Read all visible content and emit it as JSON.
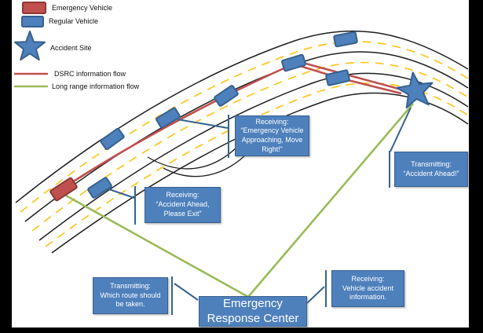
{
  "legend": {
    "emergency_vehicle": "Emergency Vehicle",
    "regular_vehicle": "Regular Vehicle",
    "accident_site": "Accident Site",
    "dsrc_flow": "DSRC information flow",
    "long_range_flow": "Long range information flow"
  },
  "callouts": {
    "receiving_move_right": "Receiving:\n“Emergency Vehicle\nApproaching, Move\nRight!”",
    "receiving_please_exit": "Receiving:\n“Accident Ahead,\nPlease Exit”",
    "transmitting_accident_ahead": "Transmitting:\n“Accident Ahead!”",
    "transmitting_route": "Transmitting:\nWhich route should\nbe taken.",
    "receiving_vehicle_accident": "Receiving:\nVehicle accident\ninformation."
  },
  "erc": {
    "label": "Emergency\nResponse Center"
  },
  "colors": {
    "box_fill": "#4E80BC",
    "box_border": "#36618E",
    "emergency_vehicle_fill": "#C0504D",
    "emergency_vehicle_border": "#8C3836",
    "regular_vehicle_fill": "#4E80BC",
    "dsrc_flow": "#C0504D",
    "long_range_flow": "#9BBB59",
    "lane_dash": "#FFC51F",
    "road_line": "#1f1f1f",
    "connector": "#36618E"
  }
}
